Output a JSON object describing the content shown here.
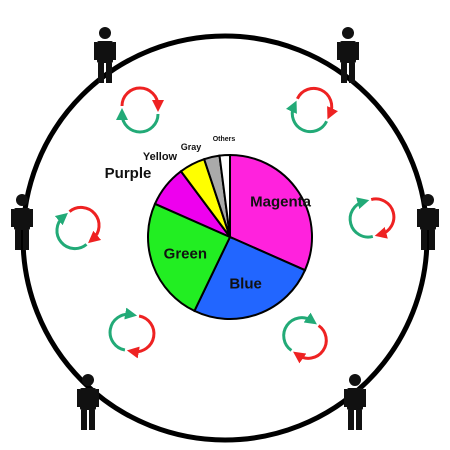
{
  "chart_data": {
    "type": "pie",
    "title": "",
    "slices": [
      {
        "label": "Magenta",
        "value": 31,
        "color": "#ff22dd"
      },
      {
        "label": "Blue",
        "value": 25,
        "color": "#2266ff"
      },
      {
        "label": "Green",
        "value": 24,
        "color": "#22ee22"
      },
      {
        "label": "Purple",
        "value": 8,
        "color": "#ee00ee"
      },
      {
        "label": "Yellow",
        "value": 5,
        "color": "#ffff00"
      },
      {
        "label": "Gray",
        "value": 3,
        "color": "#aaaaaa"
      },
      {
        "label": "Others",
        "value": 2,
        "color": "#ffffff"
      }
    ]
  },
  "colors": {
    "arrow_red": "#ee2222",
    "arrow_green": "#22aa77",
    "person": "#111111",
    "ring": "#000000"
  },
  "people": [
    {
      "icon": "person-icon"
    },
    {
      "icon": "person-icon"
    },
    {
      "icon": "person-icon"
    },
    {
      "icon": "person-icon"
    },
    {
      "icon": "person-icon"
    },
    {
      "icon": "person-icon"
    },
    {
      "icon": "person-icon"
    },
    {
      "icon": "person-icon"
    }
  ],
  "cycle_arrows": [
    {
      "icon": "cycle-arrows-icon"
    },
    {
      "icon": "cycle-arrows-icon"
    },
    {
      "icon": "cycle-arrows-icon"
    },
    {
      "icon": "cycle-arrows-icon"
    },
    {
      "icon": "cycle-arrows-icon"
    },
    {
      "icon": "cycle-arrows-icon"
    }
  ]
}
